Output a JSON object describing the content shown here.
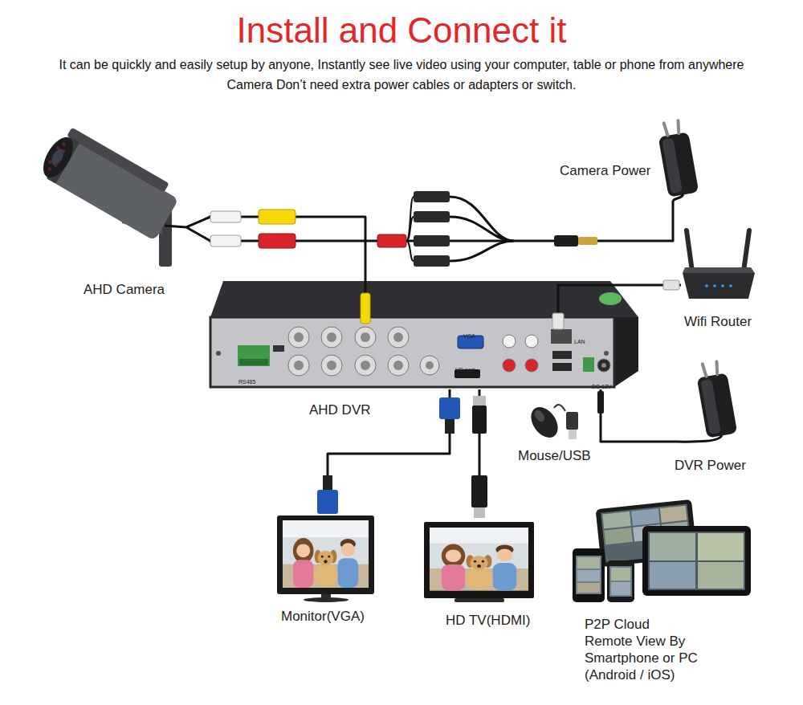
{
  "diagram": {
    "title": "Install and Connect it",
    "nodes": [
      {
        "text": [
          "AHD Camera"
        ]
      },
      {
        "text": [
          "Camera Power"
        ]
      },
      {
        "text": [
          "Wifi Router"
        ]
      },
      {
        "text": [
          "AHD DVR"
        ]
      },
      {
        "text": [
          "Mouse/USB"
        ]
      },
      {
        "text": [
          "DVR Power"
        ]
      },
      {
        "text": [
          "Monitor(VGA)"
        ]
      },
      {
        "text": [
          "HD TV(HDMI)"
        ]
      },
      {
        "text": [
          "P2P Cloud Remote View By Smartphone or PC (Android / iOS)"
        ]
      }
    ],
    "edges": [
      {
        "from": 0,
        "to": 3,
        "arrow": "none"
      },
      {
        "from": 1,
        "to": 0,
        "arrow": "none"
      },
      {
        "from": 2,
        "to": 3,
        "arrow": "none"
      },
      {
        "from": 5,
        "to": 3,
        "arrow": "none"
      },
      {
        "from": 3,
        "to": 6,
        "arrow": "none"
      },
      {
        "from": 3,
        "to": 7,
        "arrow": "none"
      }
    ],
    "labels": [
      "It can be quickly and easily setup by anyone, Instantly see live video using your computer, table or phone from anywhere",
      "Camera Don’t need extra power cables or adapters or switch.",
      "VGA",
      "HD port",
      "LAN",
      "DC 12V",
      "RS485"
    ]
  }
}
